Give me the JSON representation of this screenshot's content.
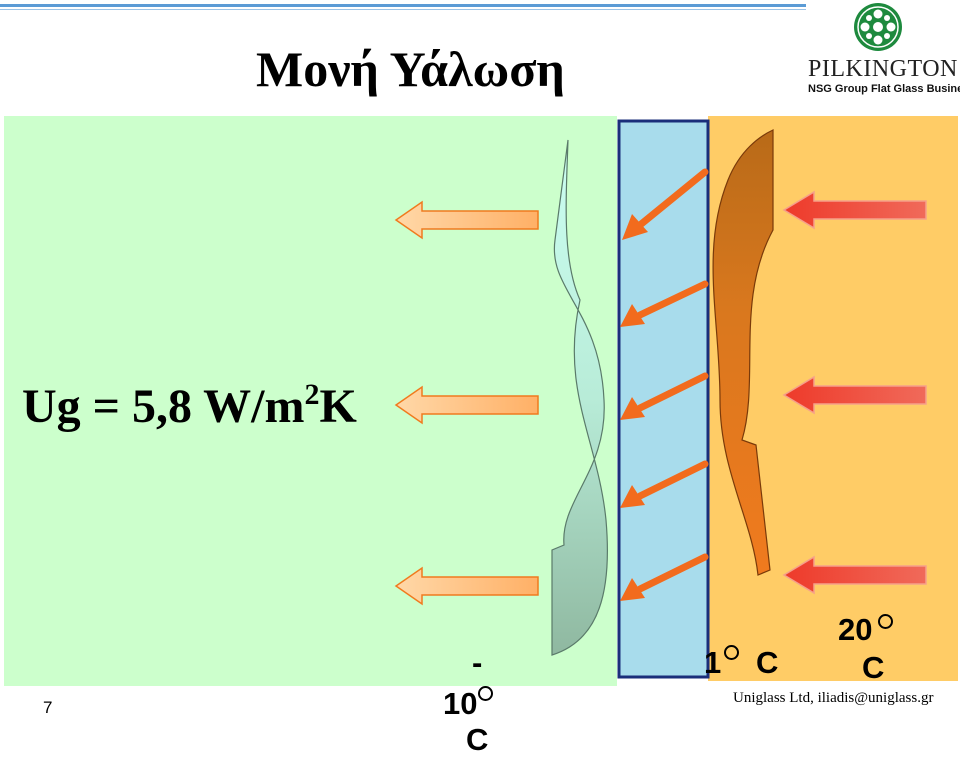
{
  "header": {
    "title": "Μονή Υάλωση",
    "brand_name": "PILKINGTON",
    "brand_tagline": "NSG Group Flat Glass Business"
  },
  "diagram": {
    "u_value_prefix": "Ug = 5,8 W/m",
    "u_value_exponent": "2",
    "u_value_suffix": "K",
    "outside_temp_sign": "-",
    "outside_temp_value": "10",
    "outside_temp_unit": "C",
    "glass_temp_value": "1",
    "glass_temp_unit": "C",
    "inside_temp_value": "20",
    "inside_temp_unit": "C"
  },
  "footer": {
    "page_number": "7",
    "credit": "Uniglass Ltd, iliadis@uniglass.gr"
  },
  "colors": {
    "outside_bg": "#ccffcc",
    "inside_bg": "#ffcc66",
    "glass": "#a8dcec",
    "glass_border": "#1a2e7a",
    "heat_arrow": "#f26b1d",
    "room_arrow": "#f04a3a",
    "out_arrow": "#ffb873",
    "accent_line": "#5b9bd5",
    "brand_green": "#1e8a3e"
  }
}
